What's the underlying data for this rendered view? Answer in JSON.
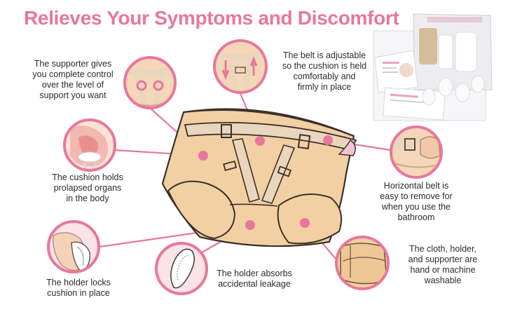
{
  "title": "Relieves Your Symptoms and Discomfort",
  "colors": {
    "accent": "#e8779c",
    "garment": "#f2d0a3",
    "belt": "#ead6bd",
    "text": "#2c2c2c"
  },
  "callouts": {
    "supporter": [
      "The supporter gives",
      "you complete control",
      "over the level of",
      "support you want"
    ],
    "belt": [
      "The belt is adjustable",
      "so the cushion is held",
      "comfortably and",
      "firmly in place"
    ],
    "cushion": [
      "The cushion holds",
      "prolapsed organs",
      "in the body"
    ],
    "horizontal": [
      "Horizontal belt is",
      "easy to remove for",
      "when you use the",
      "bathroom"
    ],
    "washable": [
      "The cloth, holder,",
      "and supporter are",
      "hand or machine",
      "washable"
    ],
    "absorbs": [
      "The holder absorbs",
      "accidental leakage"
    ],
    "locks": [
      "The holder locks",
      "cushion in place"
    ]
  },
  "icons": [
    "supporter-detail-icon",
    "belt-adjuster-icon",
    "prolapse-cushion-icon",
    "horizontal-belt-icon",
    "cloth-fabric-icon",
    "pad-holder-icon",
    "hand-holder-icon",
    "product-package-icon"
  ]
}
